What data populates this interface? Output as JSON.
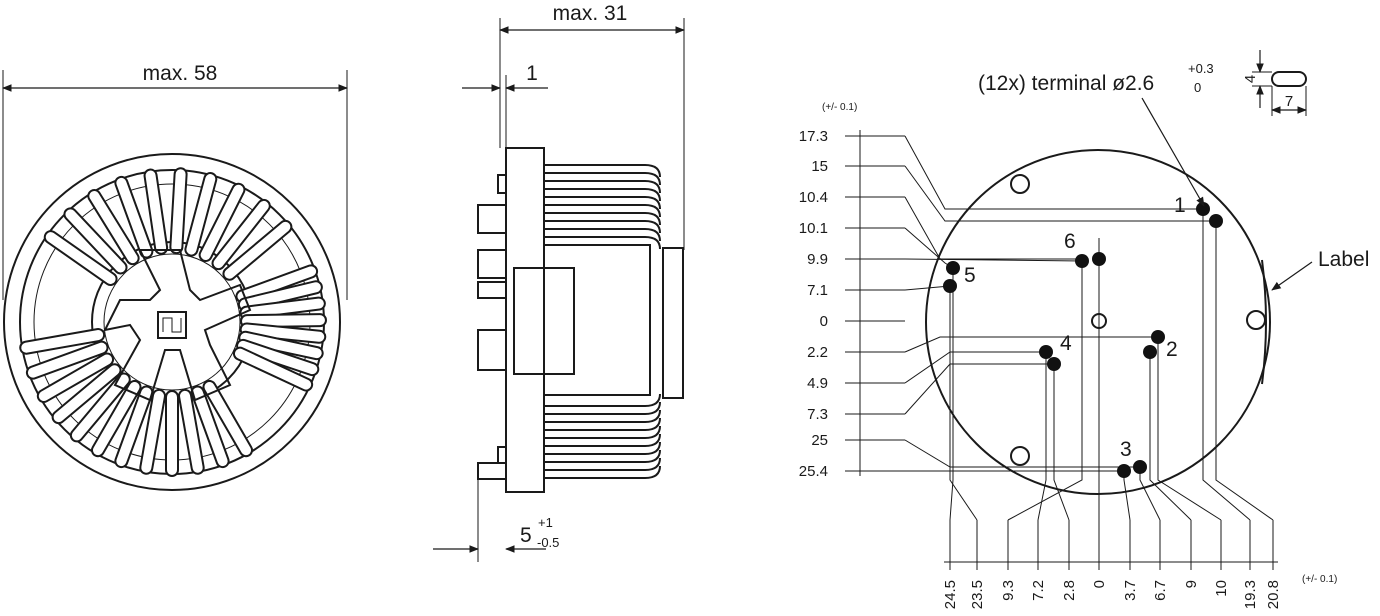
{
  "front_view": {
    "width_label": "max. 58"
  },
  "side_view": {
    "depth_label": "max. 31",
    "flange_label": "1",
    "pin_label_main": "5",
    "pin_tol_upper": "+1",
    "pin_tol_lower": "-0.5"
  },
  "bottom_view": {
    "terminal_label": "(12x) terminal ø2.6",
    "terminal_tol_upper": "+0.3",
    "terminal_tol_lower": "0",
    "slot_height": "4",
    "slot_width": "7",
    "label_callout": "Label",
    "y_tolerance": "(+/- 0.1)",
    "x_tolerance": "(+/- 0.1)",
    "y_ticks": [
      "17.3",
      "15",
      "10.4",
      "10.1",
      "9.9",
      "7.1",
      "0",
      "2.2",
      "4.9",
      "7.3",
      "25",
      "25.4"
    ],
    "x_ticks": [
      "24.5",
      "23.5",
      "9.3",
      "7.2",
      "2.8",
      "0",
      "3.7",
      "6.7",
      "9",
      "10",
      "19.3",
      "20.8"
    ],
    "pin_numbers": [
      "1",
      "2",
      "3",
      "4",
      "5",
      "6"
    ]
  }
}
